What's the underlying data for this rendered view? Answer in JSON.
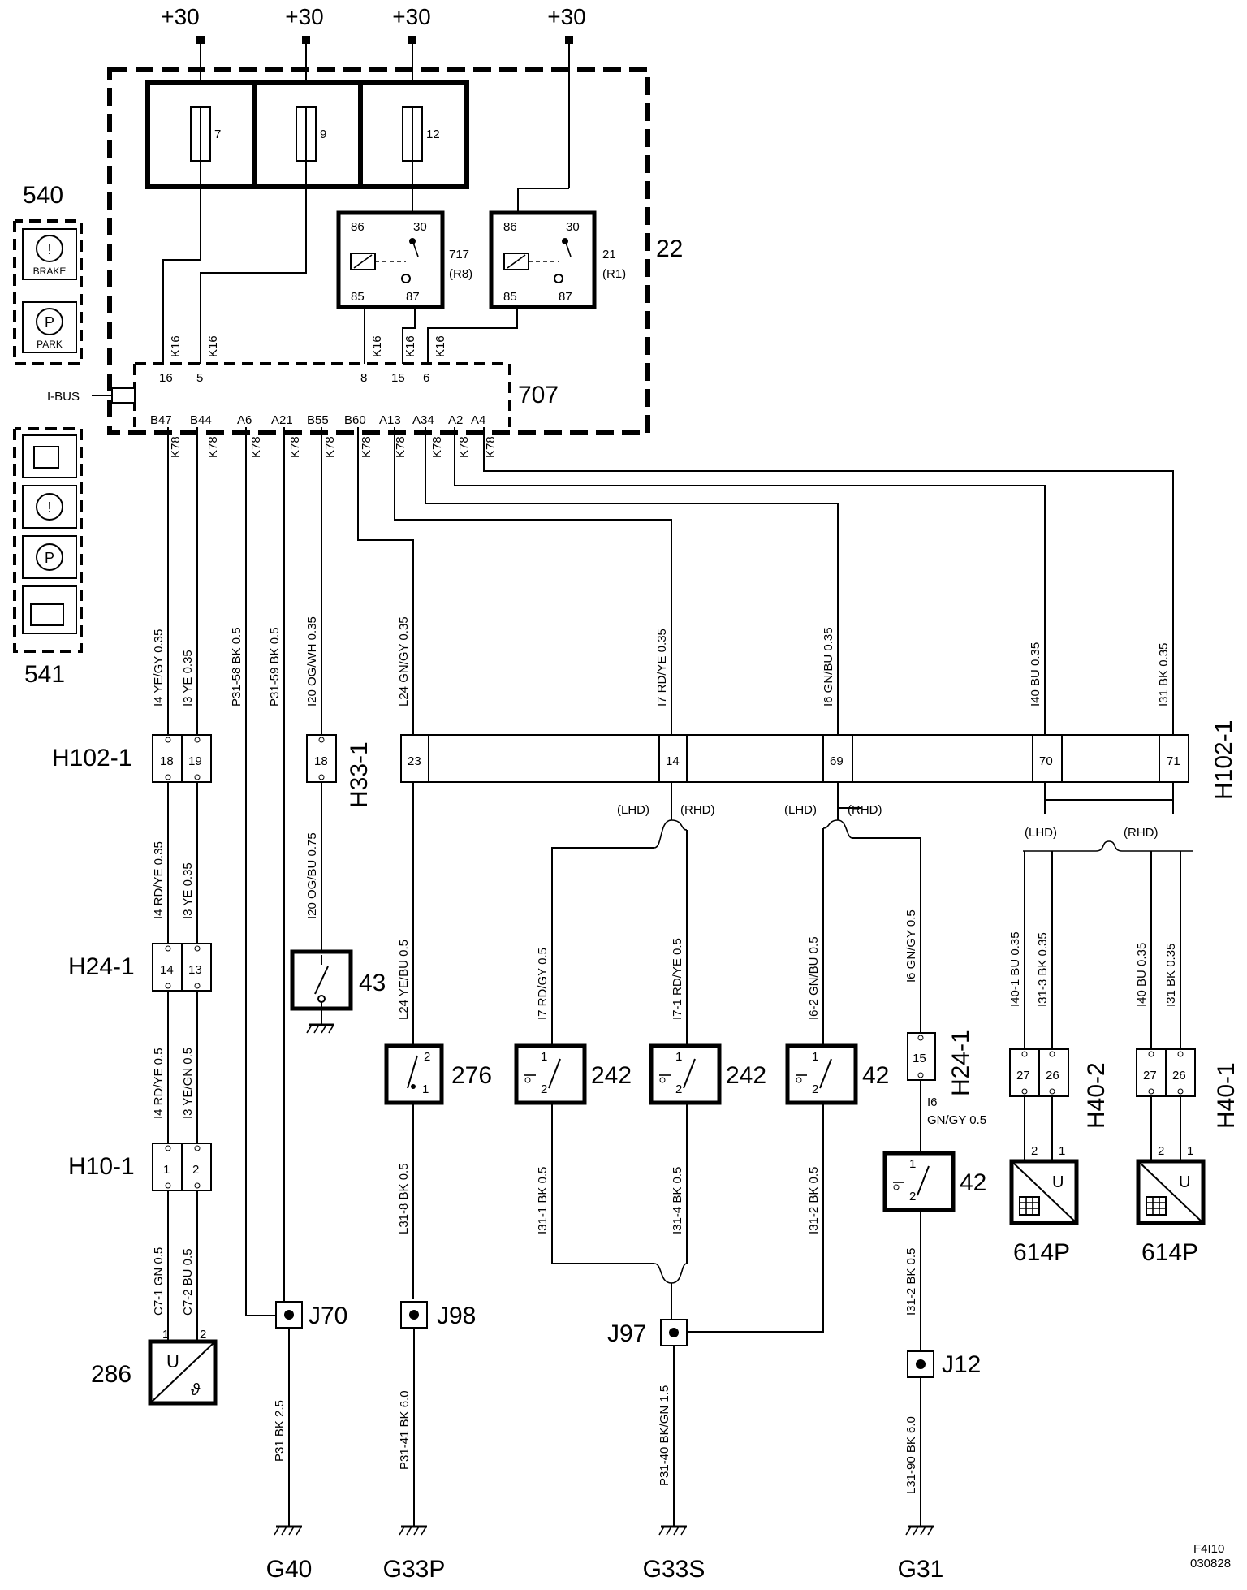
{
  "power": {
    "p1": "+30",
    "p2": "+30",
    "p3": "+30",
    "p4": "+30"
  },
  "fuses": {
    "f7": "7",
    "f9": "9",
    "f12": "12"
  },
  "relays": {
    "r717": {
      "id": "717",
      "sub": "(R8)",
      "p86": "86",
      "p30": "30",
      "p85": "85",
      "p87": "87"
    },
    "r21": {
      "id": "21",
      "sub": "(R1)",
      "p86": "86",
      "p30": "30",
      "p85": "85",
      "p87": "87"
    }
  },
  "module22": "22",
  "module707": "707",
  "ibus": "I-BUS",
  "cluster": {
    "top": "540",
    "bottom": "541",
    "brake": "BRAKE",
    "park": "PARK"
  },
  "k16": {
    "a": "K16",
    "b": "K16",
    "c": "K16",
    "d": "K16",
    "e": "K16"
  },
  "k16pins": {
    "p16": "16",
    "p5": "5",
    "p8": "8",
    "p15": "15",
    "p6": "6"
  },
  "k78pins": {
    "b47": "B47",
    "b44": "B44",
    "a6": "A6",
    "a21": "A21",
    "b55": "B55",
    "b60": "B60",
    "a13": "A13",
    "a34": "A34",
    "a2": "A2",
    "a4": "A4"
  },
  "k78": "K78",
  "wires": {
    "w_i4": "I4  YE/GY  0.35",
    "w_i3": "I3  YE  0.35",
    "w_p3158": "P31-58  BK  0.5",
    "w_p3159": "P31-59  BK  0.5",
    "w_i20": "I20  OG/WH  0.35",
    "w_l24": "L24  GN/GY  0.35",
    "w_i7": "I7  RD/YE  0.35",
    "w_i6": "I6  GN/BU  0.35",
    "w_i40": "I40  BU  0.35",
    "w_i31": "I31  BK  0.35",
    "w_i4b": "I4  RD/YE  0.35",
    "w_i3b": "I3  YE  0.35",
    "w_i20b": "I20  OG/BU  0.75",
    "w_i4c": "I4  RD/YE  0.5",
    "w_i3c": "I3  YE/GN  0.5",
    "w_c71": "C7-1  GN  0.5",
    "w_c72": "C7-2  BU  0.5",
    "w_l24b": "L24  YE/BU  0.5",
    "w_i7b": "I7  RD/GY  0.5",
    "w_i71": "I7-1  RD/YE  0.5",
    "w_i62": "I6-2  GN/BU  0.5",
    "w_i6b": "I6  GN/GY  0.5",
    "w_i6c1": "I6",
    "w_i6c2": "GN/GY  0.5",
    "w_i401": "I40-1  BU  0.35",
    "w_i313": "I31-3  BK  0.35",
    "w_i40c": "I40  BU  0.35",
    "w_i31c": "I31  BK  0.35",
    "w_l318": "L31-8  BK  0.5",
    "w_i311": "I31-1  BK  0.5",
    "w_i314": "I31-4  BK  0.5",
    "w_i312": "I31-2  BK  0.5",
    "w_i312b": "I31-2  BK  0.5",
    "w_p31": "P31  BK  2.5",
    "w_p3141": "P31-41  BK  6.0",
    "w_p3140": "P31-40  BK/GN  1.5",
    "w_l3190": "L31-90  BK  6.0"
  },
  "connectors": {
    "h102_1a": "H102-1",
    "h102_1b": "H102-1",
    "h102_18": "18",
    "h102_19": "19",
    "h33_1": "H33-1",
    "h33_18": "18",
    "h102_23": "23",
    "h102_14": "14",
    "h102_69": "69",
    "h102_70": "70",
    "h102_71": "71",
    "h24_1": "H24-1",
    "h24_14": "14",
    "h24_13": "13",
    "h10_1": "H10-1",
    "h10_1p": "1",
    "h10_2p": "2",
    "h24_1b": "H24-1",
    "h24_15": "15",
    "h40_2": "H40-2",
    "h40_2a": "27",
    "h40_2b": "26",
    "h40_1": "H40-1",
    "h40_1a": "27",
    "h40_1b": "26"
  },
  "variants": {
    "lhd1": "(LHD)",
    "rhd1": "(RHD)",
    "lhd2": "(LHD)",
    "rhd2": "(RHD)",
    "lhd3": "(LHD)",
    "rhd3": "(RHD)"
  },
  "components": {
    "c43": "43",
    "c276": "276",
    "c242a": "242",
    "c242b": "242",
    "c42a": "42",
    "c42b": "42",
    "c286": "286",
    "c614a": "614P",
    "c614b": "614P",
    "sw_1": "1",
    "sw_2": "2",
    "p286_1": "1",
    "p286_2": "2",
    "p614_2": "2",
    "p614_1": "1",
    "u": "U"
  },
  "junctions": {
    "j70": "J70",
    "j98": "J98",
    "j97": "J97",
    "j12": "J12"
  },
  "grounds": {
    "g40": "G40",
    "g33p": "G33P",
    "g33s": "G33S",
    "g31": "G31"
  },
  "footer": {
    "code": "F4I10",
    "date": "030828"
  }
}
